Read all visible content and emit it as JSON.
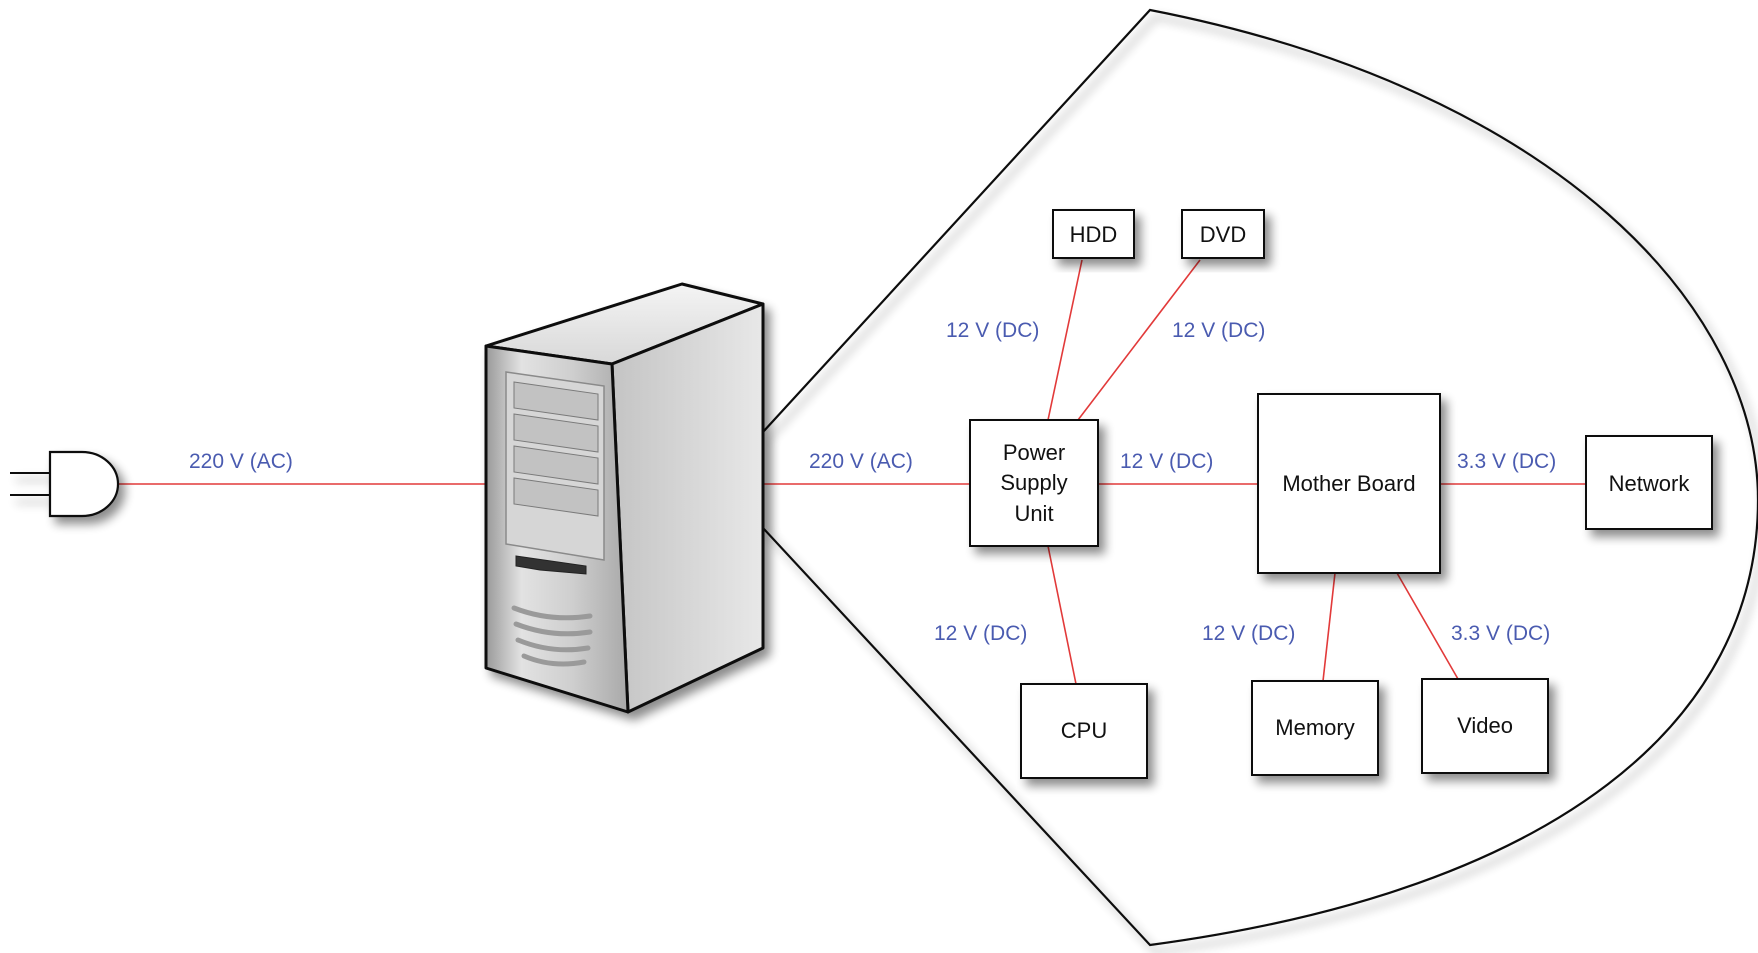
{
  "colors": {
    "wire": "#e23a3a",
    "label": "#4a5bb0",
    "box_border": "#111111",
    "box_fill": "#ffffff",
    "outline": "#111111"
  },
  "icons": {
    "plug": "power-plug-icon",
    "computer": "server-tower-icon"
  },
  "boxes": {
    "hdd": "HDD",
    "dvd": "DVD",
    "psu_line1": "Power",
    "psu_line2": "Supply",
    "psu_line3": "Unit",
    "motherboard": "Mother Board",
    "network": "Network",
    "cpu": "CPU",
    "memory": "Memory",
    "video": "Video"
  },
  "connections": {
    "mains_to_computer": "220 V (AC)",
    "computer_to_psu": "220 V (AC)",
    "psu_to_hdd": "12 V (DC)",
    "psu_to_dvd": "12 V (DC)",
    "psu_to_motherboard": "12 V (DC)",
    "psu_to_cpu": "12 V (DC)",
    "motherboard_to_network": "3.3 V (DC)",
    "motherboard_to_memory": "12 V (DC)",
    "motherboard_to_video": "3.3 V (DC)"
  }
}
